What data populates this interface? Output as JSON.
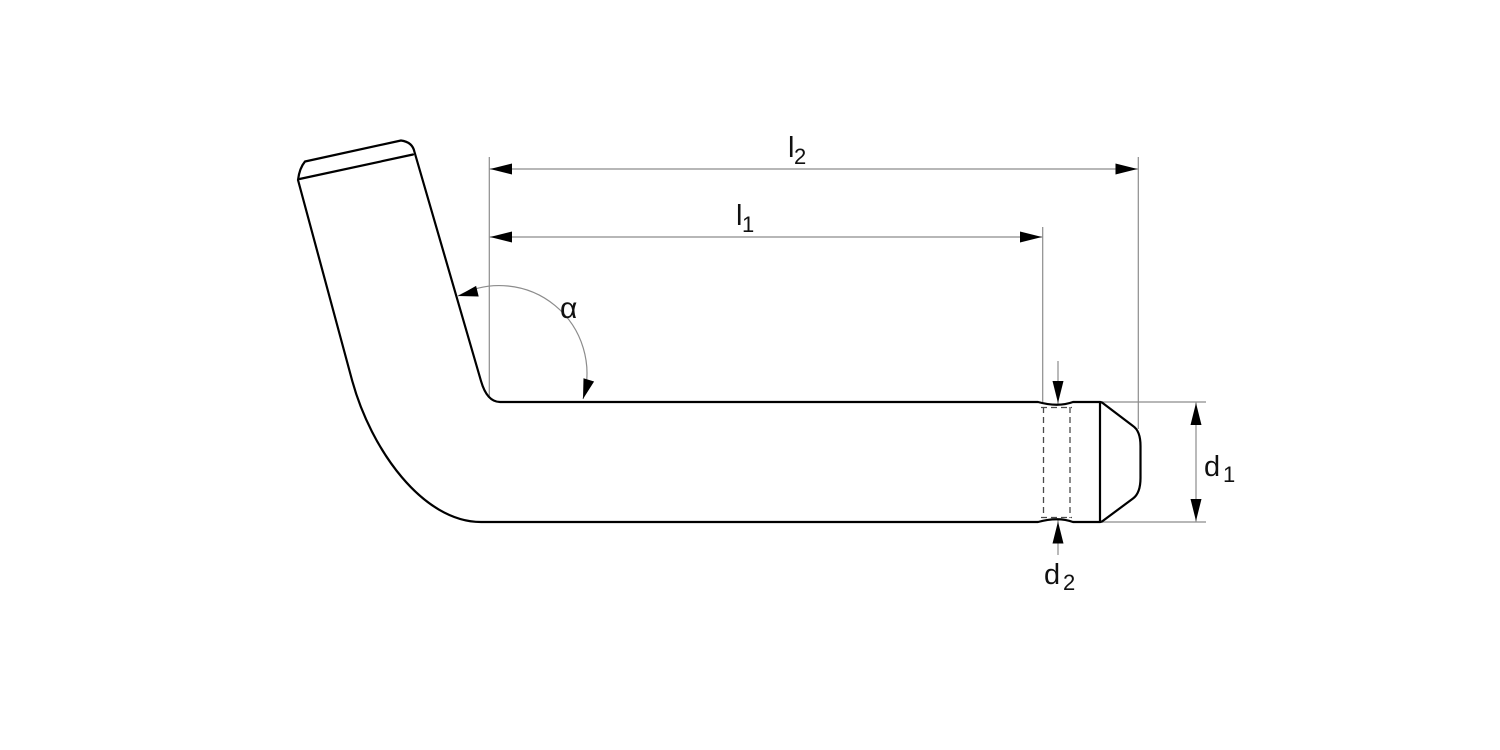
{
  "drawing": {
    "type": "technical-dimension-drawing",
    "subject": "bent pin side view",
    "labels": {
      "l2": {
        "base": "l",
        "sub": "2"
      },
      "l1": {
        "base": "l",
        "sub": "1"
      },
      "alpha": "α",
      "d1": {
        "base": "d",
        "sub": "1"
      },
      "d2": {
        "base": "d",
        "sub": "2"
      }
    },
    "colors": {
      "outline": "#000000",
      "dimension_line": "#8c8c8c",
      "hidden_line": "#4a4a4a",
      "arrow": "#000000",
      "text": "#111111",
      "background": "#ffffff"
    }
  }
}
